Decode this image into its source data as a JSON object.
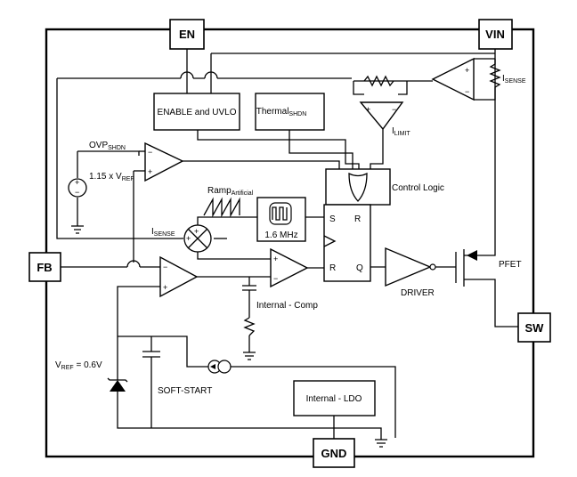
{
  "pins": {
    "en": "EN",
    "vin": "VIN",
    "fb": "FB",
    "sw": "SW",
    "gnd": "GND"
  },
  "blocks": {
    "enable_uvlo": "ENABLE and  UVLO",
    "thermal_main": "Thermal",
    "thermal_sub": "SHDN",
    "control_logic": "Control Logic",
    "oscillator": "1.6 MHz",
    "internal_ldo": "Internal - LDO"
  },
  "labels": {
    "isense_vin_main": "I",
    "isense_vin_sub": "SENSE",
    "ilimit_main": "I",
    "ilimit_sub": "LIMIT",
    "ovp_main": "OVP",
    "ovp_sub": "SHDN",
    "vref_ovp_main": "1.15 x V",
    "vref_ovp_sub": "REF",
    "ramp_main": "Ramp",
    "ramp_sub": "Artificial",
    "isense_sum_main": "I",
    "isense_sum_sub": "SENSE",
    "latch_s": "S",
    "latch_r_top": "R",
    "latch_r_bottom": "R",
    "latch_q": "Q",
    "driver": "DRIVER",
    "pfet": "PFET",
    "internal_comp": "Internal - Comp",
    "vref_main": "V",
    "vref_sub": "REF",
    "vref_value": " = 0.6V",
    "soft_start": "SOFT-START"
  }
}
